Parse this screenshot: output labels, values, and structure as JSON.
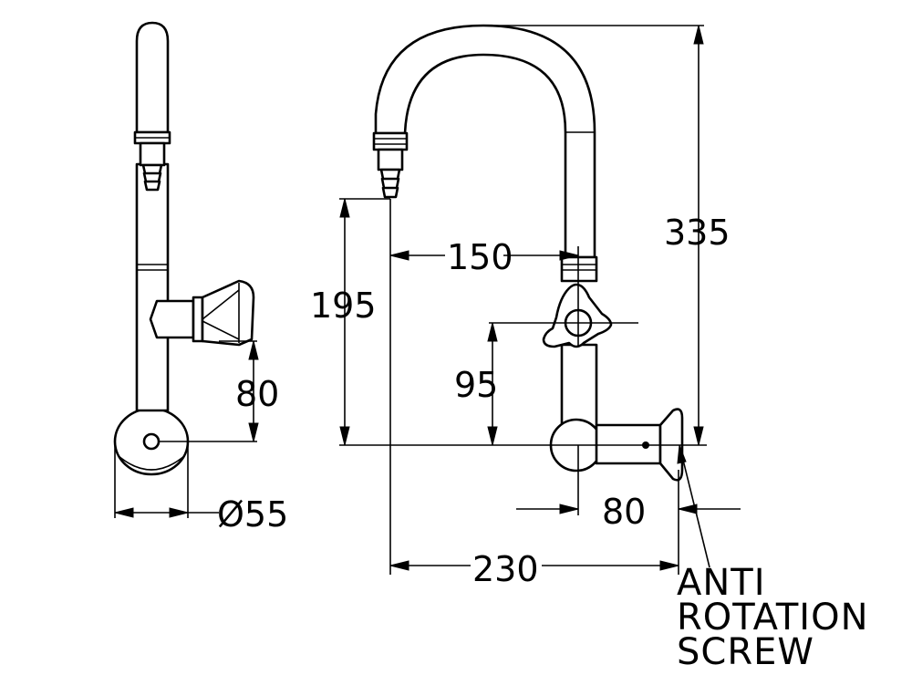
{
  "dimensions": {
    "d55": "Ø55",
    "h80": "80",
    "h195": "195",
    "w150": "150",
    "h335": "335",
    "h95": "95",
    "w80": "80",
    "w230": "230"
  },
  "note": {
    "line1": "ANTI",
    "line2": "ROTATION",
    "line3": "SCREW"
  }
}
